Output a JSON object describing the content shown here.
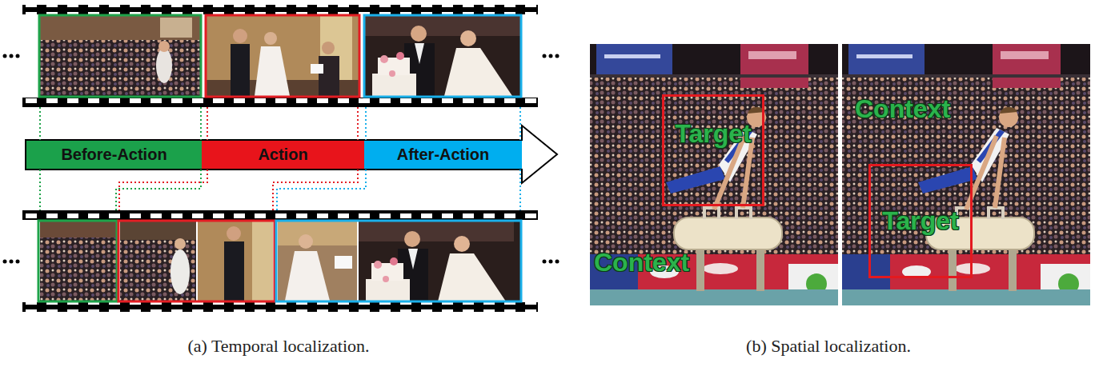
{
  "diagram": {
    "nodes": [
      {
        "text": [
          "Before-Action"
        ]
      },
      {
        "text": [
          "Action"
        ]
      },
      {
        "text": [
          "After-Action"
        ]
      },
      {
        "text": [
          "Target"
        ]
      },
      {
        "text": [
          "Target"
        ]
      }
    ],
    "labels": [
      "Context",
      "Context",
      "(a) Temporal localization.",
      "(b) Spatial localization."
    ]
  }
}
